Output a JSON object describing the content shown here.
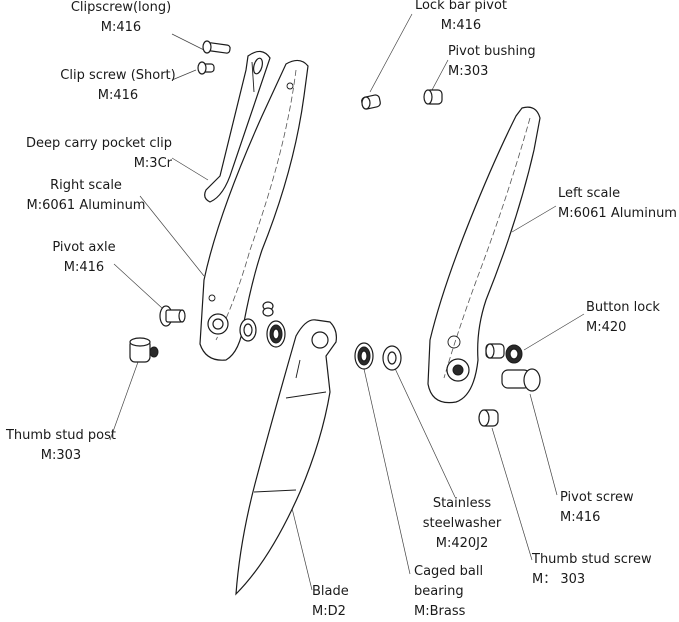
{
  "labels": {
    "clip_long": {
      "name": "Clipscrew(long)",
      "material": "M:416"
    },
    "clip_short": {
      "name": "Clip screw (Short)",
      "material": "M:416"
    },
    "pocket_clip": {
      "name": "Deep carry pocket clip",
      "material": "M:3Cr"
    },
    "right_scale": {
      "name": "Right scale",
      "material": "M:6061 Aluminum"
    },
    "pivot_axle": {
      "name": "Pivot axle",
      "material": "M:416"
    },
    "thumb_post": {
      "name": "Thumb stud post",
      "material": "M:303"
    },
    "lock_bar": {
      "name": "Lock bar pivot",
      "material": "M:416"
    },
    "pivot_bushing": {
      "name": "Pivot bushing",
      "material": "M:303"
    },
    "left_scale": {
      "name": "Left scale",
      "material": "M:6061 Aluminum"
    },
    "button_lock": {
      "name": "Button lock",
      "material": "M:420"
    },
    "washer": {
      "name": "Stainless",
      "name2": "steelwasher",
      "material": "M:420J2"
    },
    "pivot_screw": {
      "name": "Pivot screw",
      "material": "M:416"
    },
    "thumb_screw": {
      "name": "Thumb stud screw",
      "material": "M： 303"
    },
    "blade": {
      "name": "Blade",
      "material": "M:D2"
    },
    "bearing": {
      "name": "Caged ball",
      "name2": "bearing",
      "material": "M:Brass"
    }
  }
}
